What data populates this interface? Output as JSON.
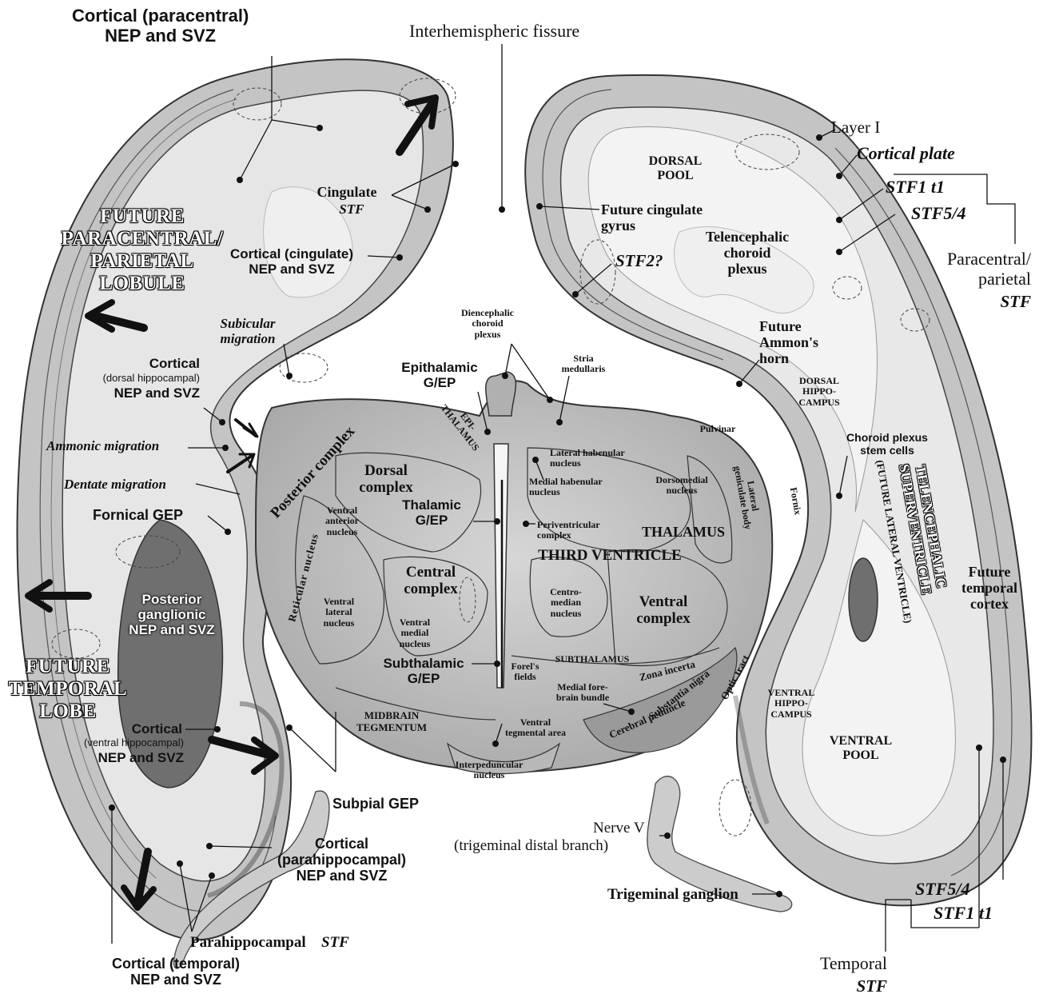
{
  "labels": {
    "cortical_paracentral": "Cortical (paracentral)\nNEP and SVZ",
    "interhemispheric_fissure": "Interhemispheric fissure",
    "layer_i": "Layer I",
    "cortical_plate": "Cortical plate",
    "stf1_t1_top": "STF1 t1",
    "stf5_4_top": "STF5/4",
    "paracentral_parietal": "Paracentral/\nparietal",
    "paracentral_stf": "STF",
    "dorsal_pool": "DORSAL\nPOOL",
    "cingulate": "Cingulate",
    "cingulate_stf": "STF",
    "future_cingulate_gyrus": "Future cingulate\ngyrus",
    "telencephalic_choroid_plexus": "Telencephalic\nchoroid\nplexus",
    "future_paracentral_parietal_lobule": "FUTURE\nPARACENTRAL/\nPARIETAL\nLOBULE",
    "cortical_cingulate": "Cortical (cingulate)\nNEP and SVZ",
    "stf2": "STF2?",
    "subicular_migration": "Subicular\nmigration",
    "diencephalic_choroid_plexus": "Diencephalic\nchoroid\nplexus",
    "stria_medullaris": "Stria\nmedullaris",
    "future_ammons_horn": "Future\nAmmon's\nhorn",
    "epithalamic_gep": "Epithalamic\nG/EP",
    "cortical_dorsal_hippocampal_1": "Cortical",
    "cortical_dorsal_hippocampal_2": "(dorsal hippocampal)",
    "cortical_dorsal_hippocampal_3": "NEP and SVZ",
    "dorsal_hippocampus": "DORSAL\nHIPPO-\nCAMPUS",
    "pulvinar": "Pulvinar",
    "epi_thalamus": "EPI-\nTHALAMUS",
    "lateral_habenular_nucleus": "Lateral habenular\nnucleus",
    "choroid_plexus_stem_cells": "Choroid plexus\nstem cells",
    "ammonic_migration": "Ammonic migration",
    "posterior_complex": "Posterior complex",
    "medial_habenular_nucleus": "Medial habenular\nnucleus",
    "dorsomedial_nucleus": "Dorsomedial\nnucleus",
    "dorsal_complex": "Dorsal\ncomplex",
    "dentate_migration": "Dentate migration",
    "lateral_geniculate_body": "Lateral\ngeniculate body",
    "fornix": "Fornix",
    "telencephalic_superventricle": "TELENCEPHALIC\nSUPERVENTRICLE",
    "future_lateral_ventricle": "(FUTURE LATERAL VENTRICLE)",
    "thalamic_gep": "Thalamic\nG/EP",
    "fornical_gep": "Fornical GEP",
    "reticular_nucleus": "Reticular nucleus",
    "ventral_anterior_nucleus": "Ventral\nanterior\nnucleus",
    "periventricular_complex": "Periventricular\ncomplex",
    "thalamus": "THALAMUS",
    "third_ventricle": "THIRD VENTRICLE",
    "central_complex": "Central\ncomplex",
    "posterior_ganglionic": "Posterior\nganglionic\nNEP and SVZ",
    "ventral_lateral_nucleus": "Ventral\nlateral\nnucleus",
    "centromedian_nucleus": "Centro-\nmedian\nnucleus",
    "ventral_complex": "Ventral\ncomplex",
    "future_temporal_cortex": "Future\ntemporal\ncortex",
    "ventral_medial_nucleus": "Ventral\nmedial\nnucleus",
    "optic_tract": "Optic tract",
    "future_temporal_lobe": "FUTURE\nTEMPORAL\nLOBE",
    "subthalamic_gep": "Subthalamic\nG/EP",
    "forels_fields": "Forel's\nfields",
    "subthalamus": "SUBTHALAMUS",
    "zona_incerta": "Zona incerta",
    "substantia_nigra": "Substantia nigra",
    "medial_forebrain_bundle": "Medial fore-\nbrain bundle",
    "ventral_hippocampus": "VENTRAL\nHIPPO-\nCAMPUS",
    "cortical_ventral_hippocampal_1": "Cortical",
    "cortical_ventral_hippocampal_2": "(ventral hippocampal)",
    "cortical_ventral_hippocampal_3": "NEP and SVZ",
    "midbrain_tegmentum": "MIDBRAIN\nTEGMENTUM",
    "ventral_tegmental_area": "Ventral\ntegmental area",
    "cerebral_peduncle": "Cerebral peduncle",
    "ventral_pool": "VENTRAL\nPOOL",
    "interpeduncular_nucleus": "Interpeduncular\nnucleus",
    "subpial_gep": "Subpial GEP",
    "nerve_v": "Nerve V",
    "trigeminal_distal_branch": "(trigeminal distal branch)",
    "cortical_parahippocampal": "Cortical\n(parahippocampal)\nNEP and SVZ",
    "trigeminal_ganglion": "Trigeminal ganglion",
    "stf5_4_bottom": "STF5/4",
    "stf1_t1_bottom": "STF1 t1",
    "parahippocampal": "Parahippocampal",
    "parahippocampal_stf": "STF",
    "temporal": "Temporal",
    "temporal_stf": "STF",
    "cortical_temporal": "Cortical (temporal)\nNEP and SVZ"
  },
  "colors": {
    "background": "#ffffff",
    "tissue_light": "#d9d9d9",
    "tissue_mid": "#b5b5b5",
    "tissue_dark": "#6f6f6f",
    "ventricle": "#f4f4f4",
    "ink": "#111111"
  }
}
